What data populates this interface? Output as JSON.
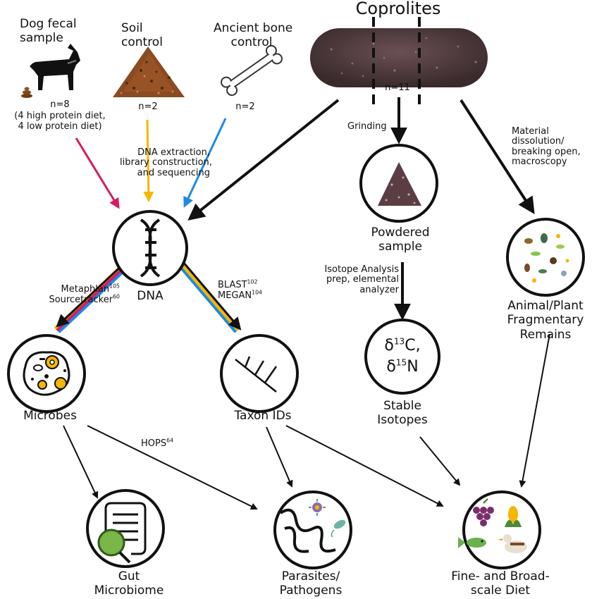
{
  "sources": {
    "dog": {
      "title_line1": "Dog fecal",
      "title_line2": "sample",
      "n": "n=8",
      "diet_line1": "(4 high protein diet,",
      "diet_line2": "4 low protein diet)"
    },
    "soil": {
      "title_line1": "Soil",
      "title_line2": "control",
      "n": "n=2"
    },
    "bone": {
      "title_line1": "Ancient bone",
      "title_line2": "control",
      "n": "n=2"
    },
    "coprolites": {
      "title": "Coprolites",
      "n": "n=11"
    }
  },
  "steps": {
    "extraction": [
      "DNA extraction,",
      "library construction,",
      "and sequencing"
    ],
    "grinding": "Grinding",
    "dissolution": [
      "Material",
      "dissolution/",
      "breaking open,",
      "macroscopy"
    ],
    "isotope_prep": [
      "Isotope Analysis",
      "prep, elemental",
      "analyzer"
    ],
    "metaphlan": {
      "name": "Metaphlan",
      "ref": "105"
    },
    "sourcetracker": {
      "name": "Sourcetracker",
      "ref": "60"
    },
    "blast": {
      "name": "BLAST",
      "ref": "102"
    },
    "megan": {
      "name": "MEGAN",
      "ref": "104"
    },
    "hops": {
      "name": "HOPS",
      "ref": "64"
    }
  },
  "nodes": {
    "dna": "DNA",
    "powdered": [
      "Powdered",
      "sample"
    ],
    "microbes": "Microbes",
    "taxon": "Taxon IDs",
    "isotopes_values": {
      "delta": "δ",
      "c_mass": "13",
      "c": "C,",
      "n_mass": "15",
      "n": "N"
    },
    "isotopes_label": [
      "Stable",
      "Isotopes"
    ],
    "remains": [
      "Animal/Plant",
      "Fragmentary",
      "Remains"
    ],
    "gut": [
      "Gut",
      "Microbiome"
    ],
    "parasites": [
      "Parasites/",
      "Pathogens"
    ],
    "diet": [
      "Fine- and Broad-",
      "scale Diet"
    ]
  },
  "colors": {
    "dog_arrow": "#d81b60",
    "soil_arrow": "#f5b700",
    "bone_arrow": "#1e88e5",
    "coprolite": "#4a3436",
    "soil": "#8a4a22",
    "black": "#111111"
  }
}
